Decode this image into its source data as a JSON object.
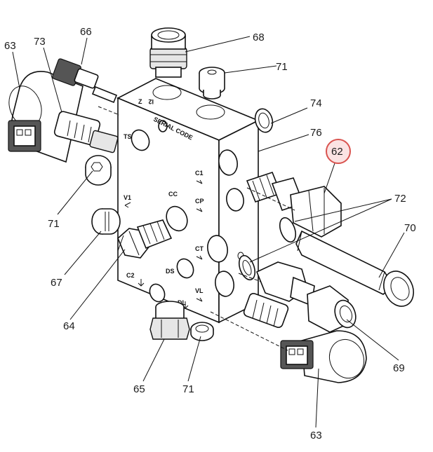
{
  "diagram": {
    "callouts": [
      {
        "id": "c63a",
        "text": "63"
      },
      {
        "id": "c73",
        "text": "73"
      },
      {
        "id": "c66",
        "text": "66"
      },
      {
        "id": "c68",
        "text": "68"
      },
      {
        "id": "c71a",
        "text": "71"
      },
      {
        "id": "c74",
        "text": "74"
      },
      {
        "id": "c76",
        "text": "76"
      },
      {
        "id": "c62",
        "text": "62",
        "highlighted": true
      },
      {
        "id": "c72",
        "text": "72"
      },
      {
        "id": "c70",
        "text": "70"
      },
      {
        "id": "c71b",
        "text": "71"
      },
      {
        "id": "c67",
        "text": "67"
      },
      {
        "id": "c64",
        "text": "64"
      },
      {
        "id": "c69",
        "text": "69"
      },
      {
        "id": "c65",
        "text": "65"
      },
      {
        "id": "c71c",
        "text": "71"
      },
      {
        "id": "c63b",
        "text": "63"
      }
    ],
    "engravings": {
      "serial": "SERIAL CODE",
      "z": "Z",
      "ts": "TS",
      "i2": "I2",
      "c1": "C1",
      "cc": "CC",
      "cp": "CP",
      "v1": "V1",
      "ct": "CT",
      "ds": "DS",
      "c2": "C2",
      "vl": "VL",
      "dl": "DL"
    },
    "colors": {
      "line": "#111111",
      "highlight_stroke": "#d9534f",
      "highlight_fill": "#fbe3e3"
    }
  }
}
